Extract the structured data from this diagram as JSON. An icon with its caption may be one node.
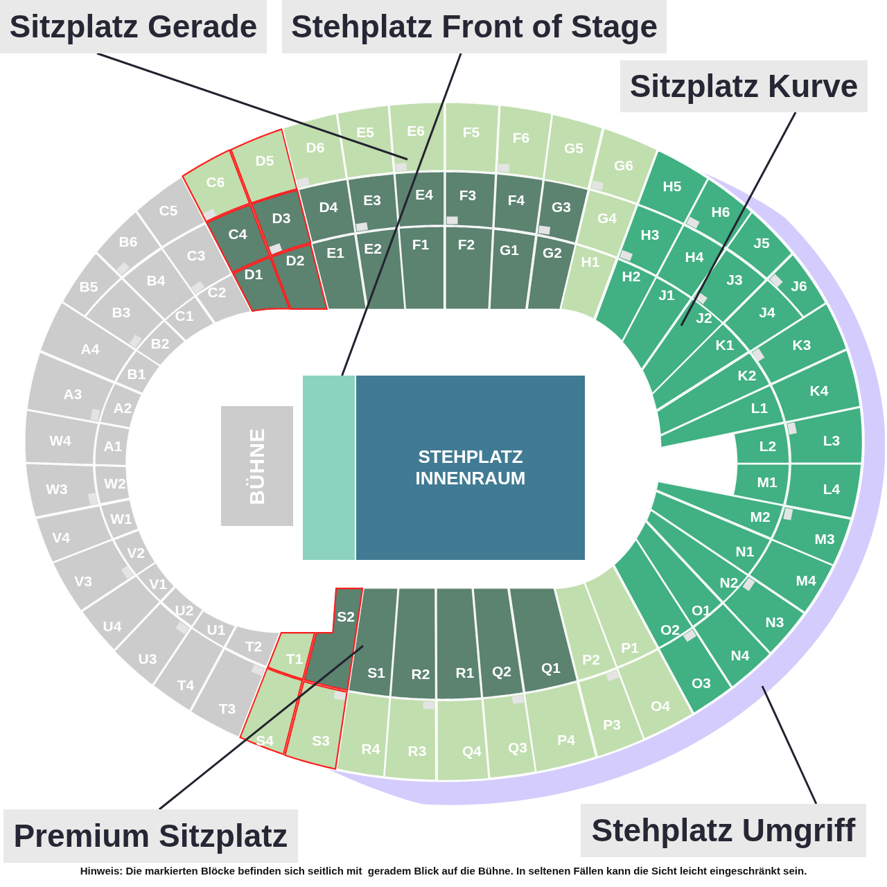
{
  "diagram": {
    "nodes": [
      {
        "text": [
          "Sitzplatz Gerade"
        ]
      },
      {
        "text": [
          "Stehplatz Front of Stage"
        ]
      },
      {
        "text": [
          "Sitzplatz Kurve"
        ]
      },
      {
        "text": [],
        "shape": "band"
      },
      {
        "text": [
          "C5"
        ]
      },
      {
        "text": [
          "C3"
        ]
      },
      {
        "text": [
          "C2"
        ]
      },
      {
        "text": [
          "C6"
        ]
      },
      {
        "text": [
          "C4"
        ]
      },
      {
        "text": [
          "D1"
        ]
      },
      {
        "text": [
          "D5"
        ]
      },
      {
        "text": [
          "D3"
        ]
      },
      {
        "text": [
          "D2"
        ]
      },
      {
        "text": [
          "D6"
        ]
      },
      {
        "text": [
          "D4"
        ]
      },
      {
        "text": [
          "E1"
        ]
      },
      {
        "text": [
          "E5"
        ]
      },
      {
        "text": [
          "E3"
        ]
      },
      {
        "text": [
          "E2"
        ]
      },
      {
        "text": [
          "E6"
        ]
      },
      {
        "text": [
          "E4"
        ]
      },
      {
        "text": [
          "F1"
        ]
      },
      {
        "text": [
          "F5"
        ]
      },
      {
        "text": [
          "F3"
        ]
      },
      {
        "text": [
          "F2"
        ]
      },
      {
        "text": [
          "F6"
        ]
      },
      {
        "text": [
          "F4"
        ]
      },
      {
        "text": [
          "G1"
        ]
      },
      {
        "text": [
          "G5"
        ]
      },
      {
        "text": [
          "G3"
        ]
      },
      {
        "text": [
          "G2"
        ]
      },
      {
        "text": [
          "G6"
        ]
      },
      {
        "text": [
          "G4"
        ]
      },
      {
        "text": [
          "H1"
        ]
      },
      {
        "text": [
          "H5"
        ]
      },
      {
        "text": [
          "H3"
        ]
      },
      {
        "text": [
          "H2"
        ]
      },
      {
        "text": [
          "H6"
        ]
      },
      {
        "text": [
          "H4"
        ]
      },
      {
        "text": [
          "J1"
        ]
      },
      {
        "text": [
          "J5"
        ]
      },
      {
        "text": [
          "J3"
        ]
      },
      {
        "text": [
          "J2"
        ]
      },
      {
        "text": [
          "J6"
        ]
      },
      {
        "text": [
          "J4"
        ]
      },
      {
        "text": [
          "K1"
        ]
      },
      {
        "text": [
          "K3"
        ]
      },
      {
        "text": [
          "K2"
        ]
      },
      {
        "text": [
          "K4"
        ]
      },
      {
        "text": [
          "L1"
        ]
      },
      {
        "text": [
          "L3"
        ]
      },
      {
        "text": [
          "L2"
        ]
      },
      {
        "text": [
          "L4"
        ]
      },
      {
        "text": [
          "M1"
        ]
      },
      {
        "text": [
          "M3"
        ]
      },
      {
        "text": [
          "M2"
        ]
      },
      {
        "text": [
          "M4"
        ]
      },
      {
        "text": [
          "N1"
        ]
      },
      {
        "text": [
          "N3"
        ]
      },
      {
        "text": [
          "N2"
        ]
      },
      {
        "text": [
          "N4"
        ]
      },
      {
        "text": [
          "O1"
        ]
      },
      {
        "text": [
          "O3"
        ]
      },
      {
        "text": [
          "O2"
        ]
      },
      {
        "text": [
          "O4"
        ]
      },
      {
        "text": [
          "P1"
        ]
      },
      {
        "text": [
          "P3"
        ]
      },
      {
        "text": [
          "P2"
        ]
      },
      {
        "text": [
          "P4"
        ]
      },
      {
        "text": [
          "Q1"
        ]
      },
      {
        "text": [
          "Q3"
        ]
      },
      {
        "text": [
          "Q2"
        ]
      },
      {
        "text": [
          "Q4"
        ]
      },
      {
        "text": [
          "R1"
        ]
      },
      {
        "text": [
          "R3"
        ]
      },
      {
        "text": [
          "R2"
        ]
      },
      {
        "text": [
          "R4"
        ]
      },
      {
        "text": [
          "S1"
        ]
      },
      {
        "text": [
          "S3"
        ]
      },
      {
        "text": [
          "S2"
        ]
      },
      {
        "text": [
          "S4"
        ]
      },
      {
        "text": [
          "T1"
        ]
      },
      {
        "text": [
          "T3"
        ]
      },
      {
        "text": [
          "T2"
        ]
      },
      {
        "text": [
          "T4"
        ]
      },
      {
        "text": [
          "U1"
        ]
      },
      {
        "text": [
          "U3"
        ]
      },
      {
        "text": [
          "U2"
        ]
      },
      {
        "text": [
          "U4"
        ]
      },
      {
        "text": [
          "V1"
        ]
      },
      {
        "text": [
          "V3"
        ]
      },
      {
        "text": [
          "V2"
        ]
      },
      {
        "text": [
          "V4"
        ]
      },
      {
        "text": [
          "W1"
        ]
      },
      {
        "text": [
          "W3"
        ]
      },
      {
        "text": [
          "W2"
        ]
      },
      {
        "text": [
          "W4"
        ]
      },
      {
        "text": [
          "A1"
        ]
      },
      {
        "text": [
          "A3"
        ]
      },
      {
        "text": [
          "A2"
        ]
      },
      {
        "text": [
          "A4"
        ]
      },
      {
        "text": [
          "B1"
        ]
      },
      {
        "text": [
          "B5"
        ]
      },
      {
        "text": [
          "B3"
        ]
      },
      {
        "text": [
          "B2"
        ]
      },
      {
        "text": [
          "B6"
        ]
      },
      {
        "text": [
          "B4"
        ]
      },
      {
        "text": [
          "C1"
        ]
      },
      {
        "text": [
          "BÜHNE"
        ]
      },
      {
        "text": [],
        "shape": "box"
      },
      {
        "text": [
          "STEHPLATZ INNENRAUM"
        ]
      },
      {
        "text": [
          "Premium Sitzplatz"
        ]
      },
      {
        "text": [
          "Stehplatz Umgriff"
        ]
      }
    ],
    "edges": [
      {
        "from": 0,
        "to": 19,
        "arrow": "none"
      },
      {
        "from": 1,
        "to": 109,
        "arrow": "none"
      },
      {
        "from": 2,
        "to": 42,
        "arrow": "none"
      },
      {
        "from": 111,
        "to": 77,
        "arrow": "none"
      },
      {
        "from": 112,
        "to": 3,
        "arrow": "none"
      }
    ],
    "labels": [
      "Hinweis: Die markierten Blöcke befinden sich seitlich mit  geradem Blick auf die Bühne. In seltenen Fällen kann die Sicht leicht eingeschränkt sein."
    ]
  }
}
